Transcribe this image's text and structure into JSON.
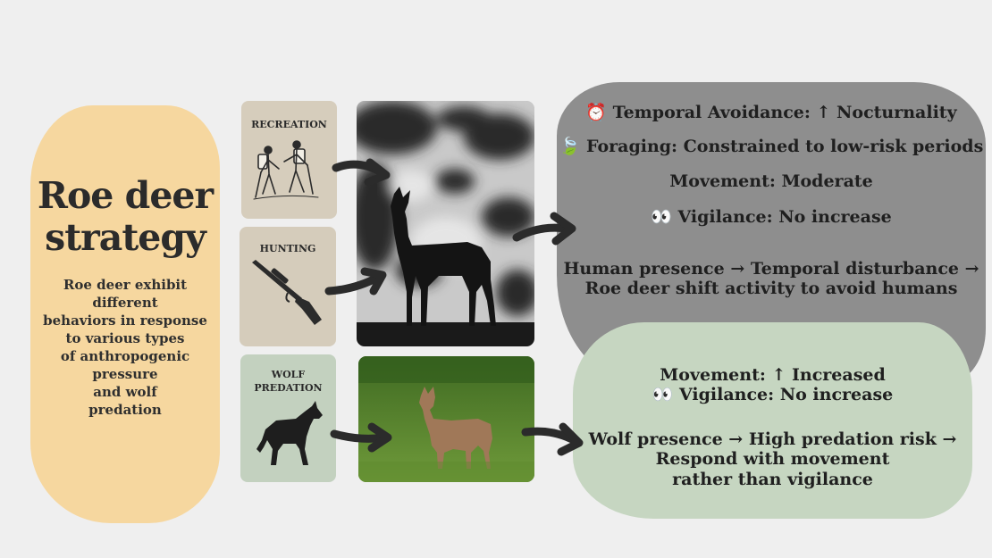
{
  "strategy": {
    "title_line1": "Roe deer",
    "title_line2": "strategy",
    "description_lines": [
      "Roe deer exhibit",
      "different",
      "behaviors in response",
      "to various types",
      "of anthropogenic",
      "pressure",
      "and wolf",
      "predation"
    ]
  },
  "pressures": {
    "recreation": "RECREATION",
    "hunting": "HUNTING",
    "wolf_line1": "WOLF",
    "wolf_line2": "PREDATION"
  },
  "human_response": {
    "temporal": "⏰ Temporal Avoidance: ↑ Nocturnality",
    "foraging": "🍃 Foraging: Constrained to low-risk periods",
    "movement": "Movement: Moderate",
    "vigilance": "👀 Vigilance: No increase",
    "summary_line1": "Human presence → Temporal disturbance →",
    "summary_line2": "Roe deer shift activity to avoid humans"
  },
  "wolf_response": {
    "movement": "Movement: ↑ Increased",
    "vigilance": "👀 Vigilance: No increase",
    "summary_line1": "Wolf presence → High predation risk →",
    "summary_line2": "Respond with movement",
    "summary_line3": "rather than vigilance"
  },
  "colors": {
    "background": "#efefef",
    "strategy_box": "#f6d79f",
    "human_box": "#8e8e8e",
    "wolf_box": "#c6d6c1",
    "card_tan": "#d6cdbc",
    "card_green": "#c3d1bf"
  }
}
